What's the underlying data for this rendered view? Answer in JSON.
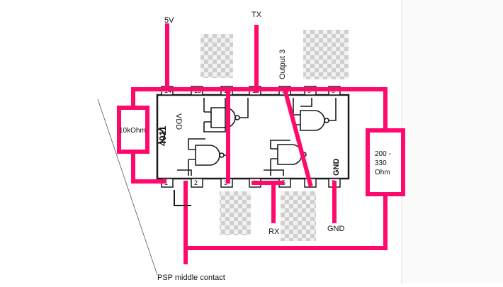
{
  "chip": {
    "label": "4011",
    "vdd_label": "VDD",
    "gnd_label": "GND",
    "top_pins": [
      "14",
      "13",
      "12",
      "11",
      "10",
      "9",
      "8"
    ],
    "bottom_pins": [
      "1",
      "2",
      "3",
      "4",
      "5",
      "6",
      "7"
    ]
  },
  "labels": {
    "five_volt": "5V",
    "tx": "TX",
    "output3": "Output 3",
    "rx": "RX",
    "gnd": "GND",
    "psp": "PSP middle contact"
  },
  "resistors": {
    "left": "10kOhm",
    "right_line1": "200 -",
    "right_line2": "330",
    "right_line3": "Ohm"
  },
  "colors": {
    "wire": "#ff0a6c",
    "outline": "#1a1a1a",
    "checker_light": "#f2f2f2",
    "checker_dark": "#cfcfcf",
    "panel_edge": "#eeeeee"
  }
}
